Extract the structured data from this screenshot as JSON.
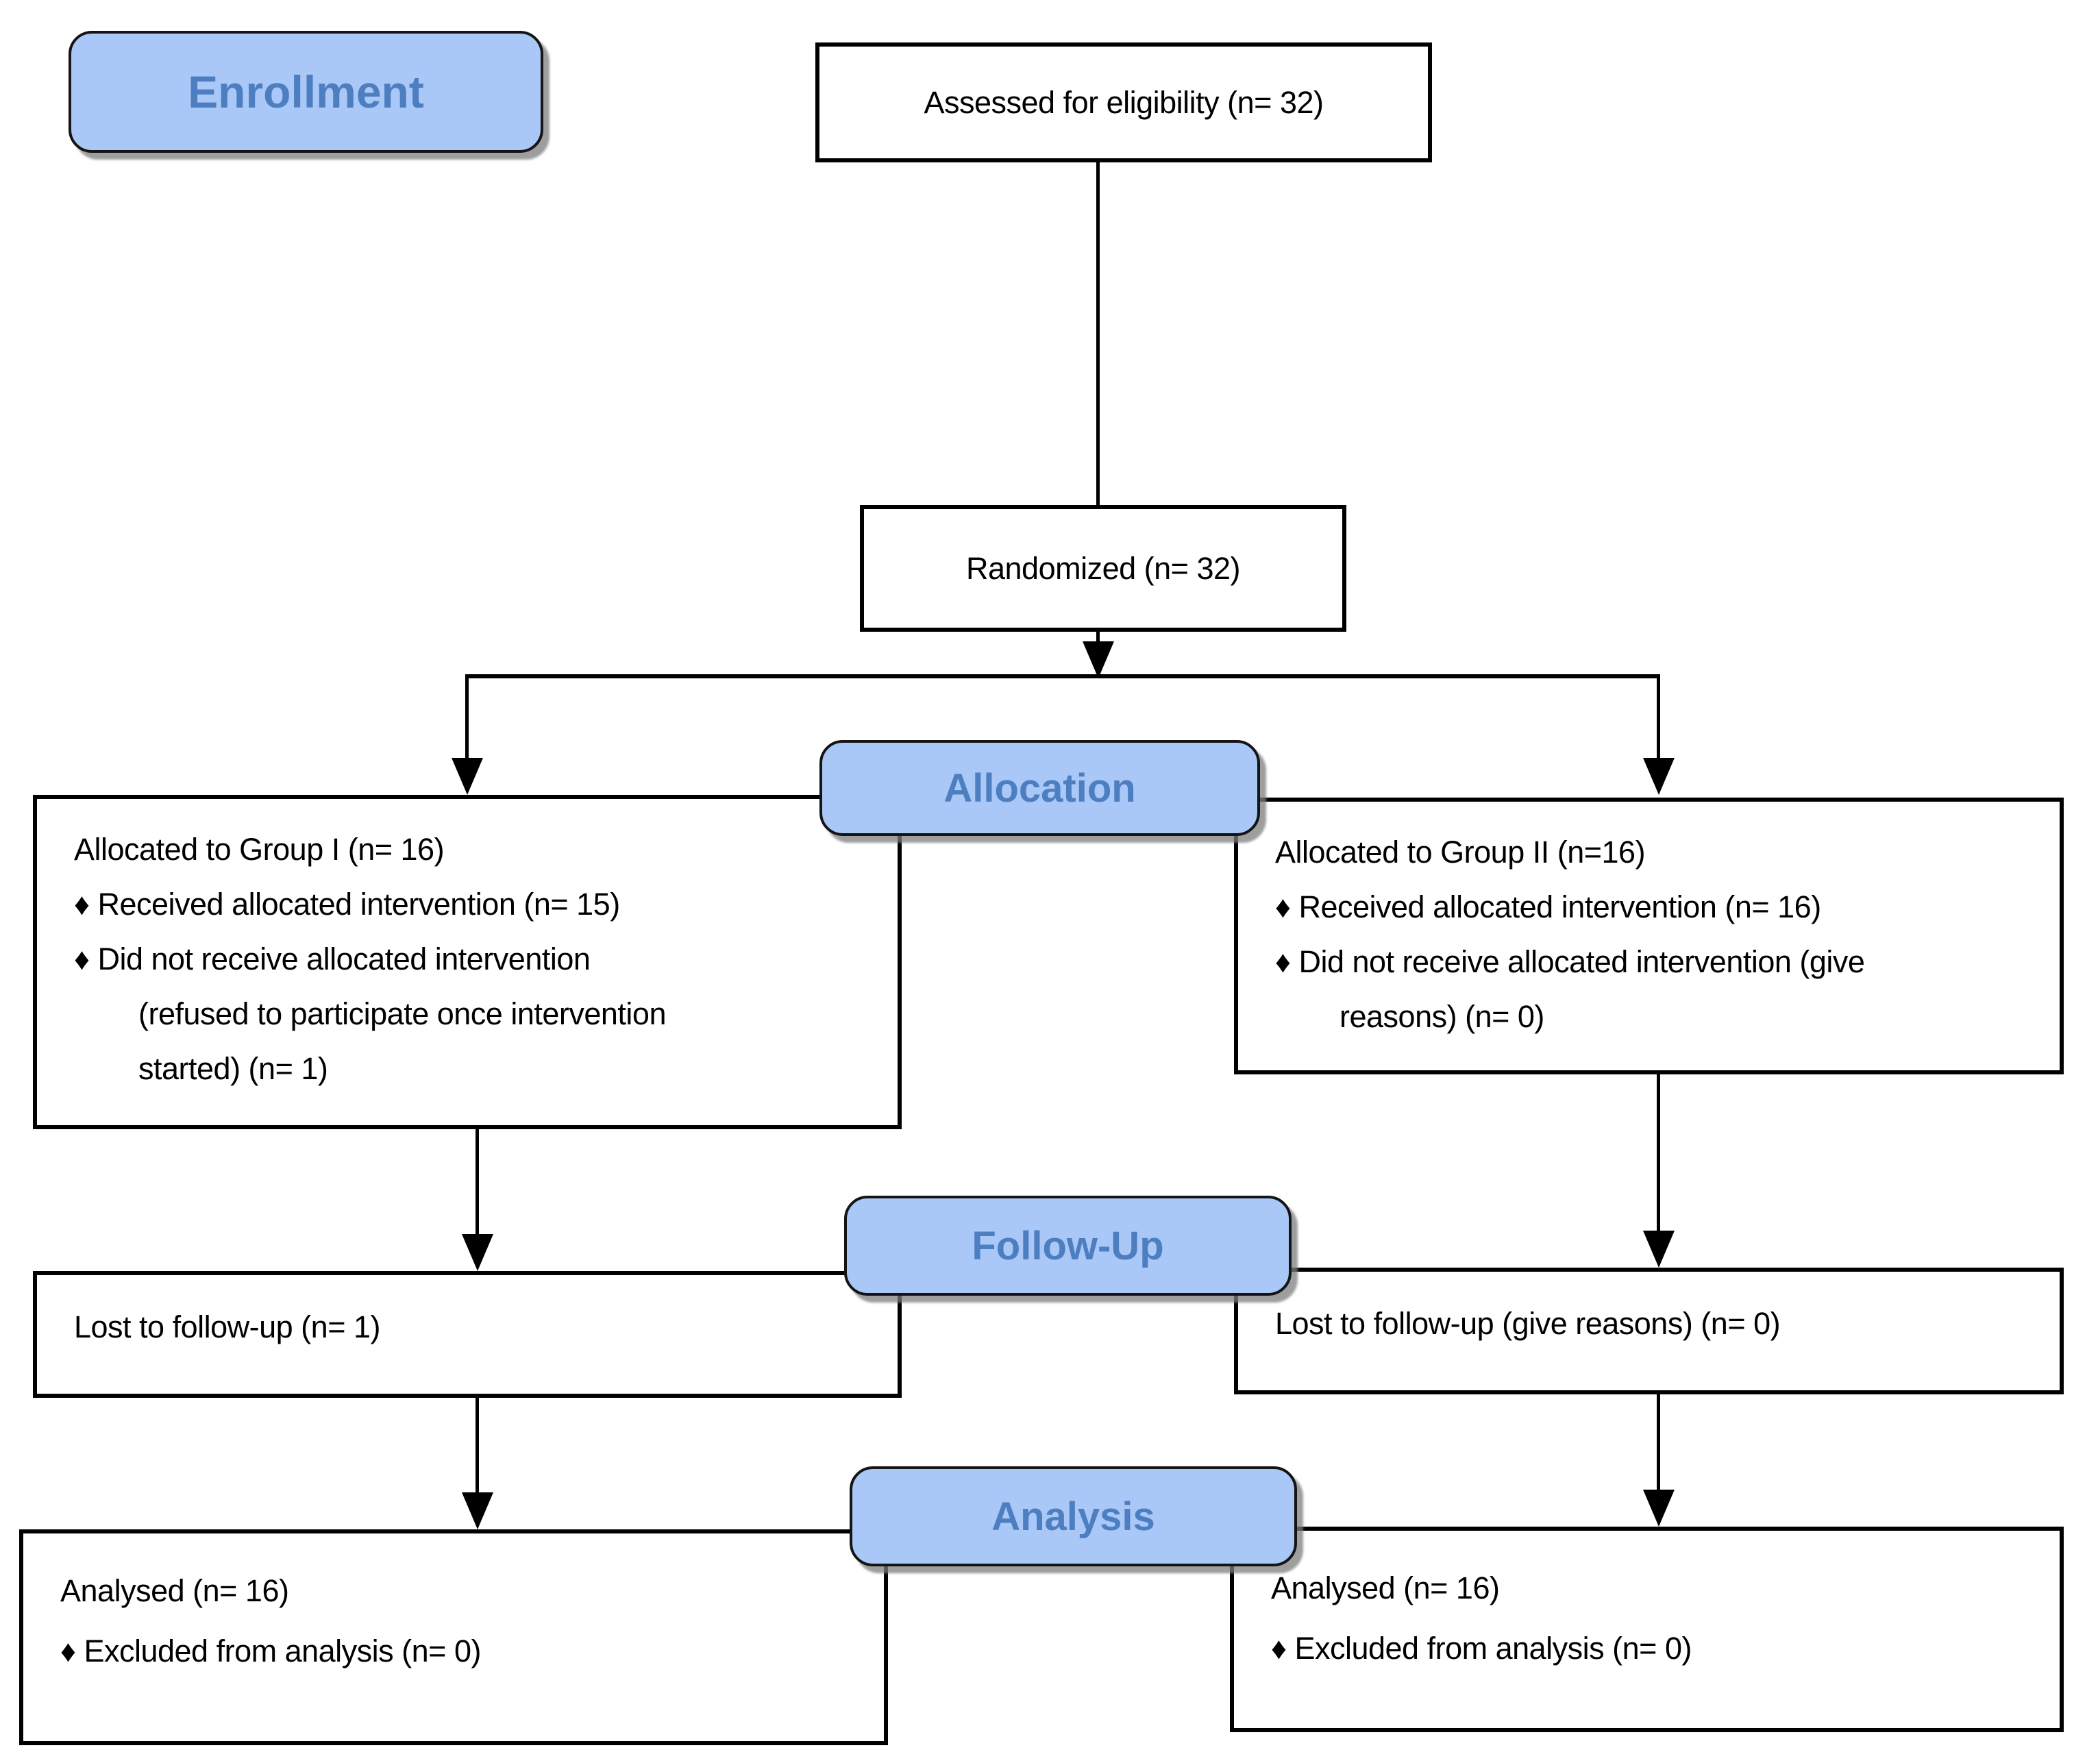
{
  "stages": {
    "enrollment": {
      "label": "Enrollment"
    },
    "allocation": {
      "label": "Allocation"
    },
    "followup": {
      "label": "Follow-Up"
    },
    "analysis": {
      "label": "Analysis"
    }
  },
  "boxes": {
    "assessed": {
      "text": "Assessed for eligibility (n= 32)"
    },
    "randomized": {
      "text": "Randomized (n= 32)"
    },
    "alloc_left": {
      "lines": [
        "Allocated to Group I (n= 16)",
        "♦ Received allocated intervention (n= 15)",
        "♦ Did not receive allocated intervention",
        "(refused to participate once intervention",
        "started) (n= 1)"
      ]
    },
    "alloc_right": {
      "lines": [
        "Allocated to Group II (n=16)",
        "♦ Received allocated intervention (n= 16)",
        "♦ Did not receive allocated intervention (give",
        "reasons) (n= 0)"
      ]
    },
    "followup_left": {
      "text": "Lost to follow-up (n= 1)"
    },
    "followup_right": {
      "text": "Lost to follow-up (give reasons) (n= 0)"
    },
    "analysis_left": {
      "lines": [
        "Analysed (n= 16)",
        "♦ Excluded from analysis (n= 0)"
      ]
    },
    "analysis_right": {
      "lines": [
        "Analysed (n= 16)",
        "♦ Excluded from analysis (n= 0)"
      ]
    }
  },
  "counts": {
    "assessed": 32,
    "randomized": 32,
    "group1_allocated": 16,
    "group1_received": 15,
    "group1_not_received": 1,
    "group2_allocated": 16,
    "group2_received": 16,
    "group2_not_received": 0,
    "group1_lost_followup": 1,
    "group2_lost_followup": 0,
    "group1_analysed": 16,
    "group1_excluded": 0,
    "group2_analysed": 16,
    "group2_excluded": 0
  },
  "colors": {
    "badge_fill": "#a9c7f7",
    "badge_text": "#4d7ec0",
    "badge_border": "#141414",
    "box_border": "#000000",
    "line": "#000000"
  }
}
